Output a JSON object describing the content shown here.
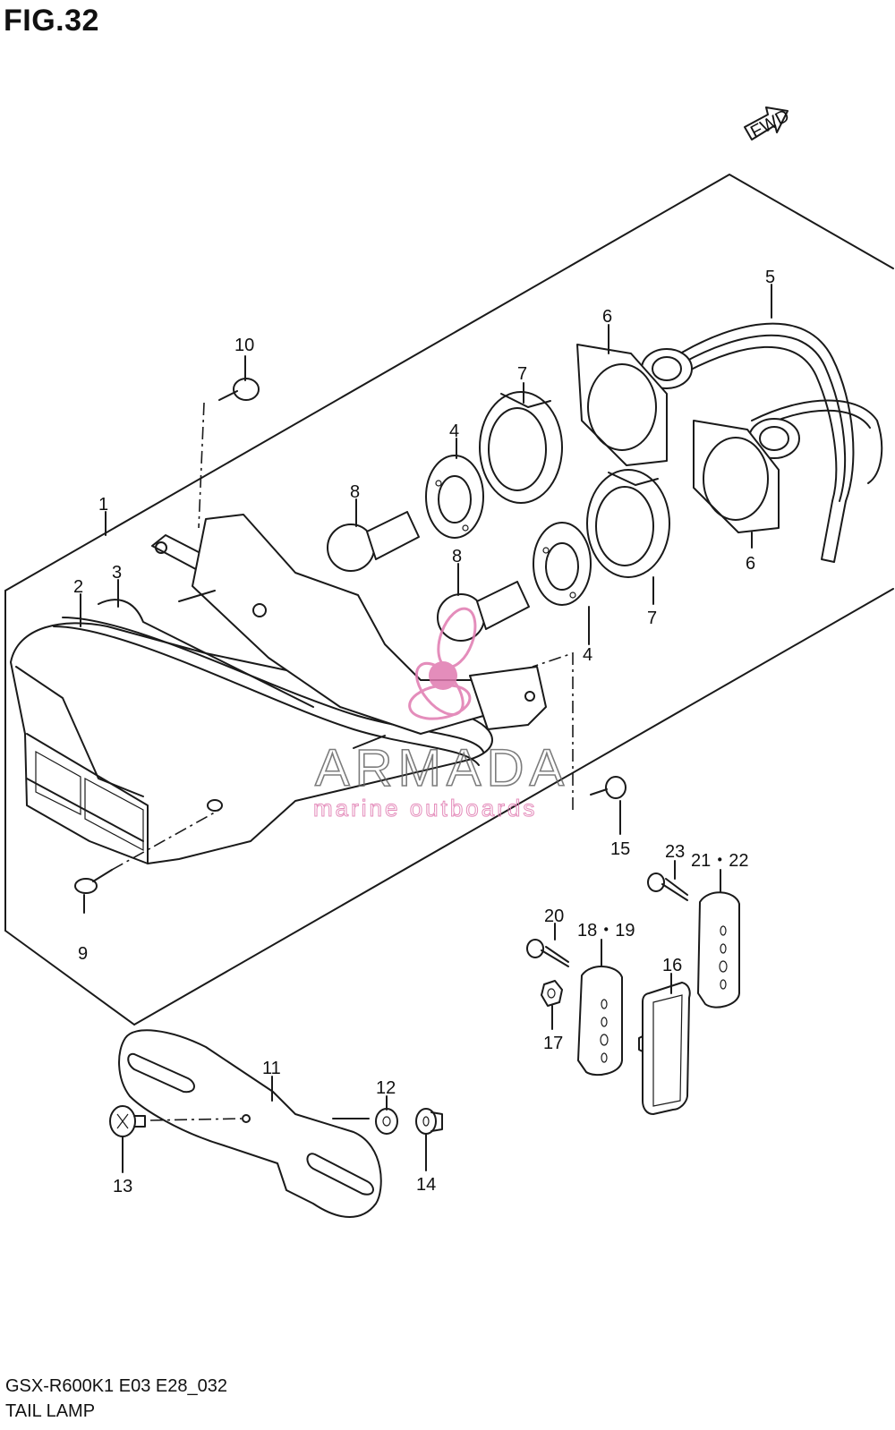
{
  "figure": {
    "title": "FIG.32",
    "fwd_label": "FWD"
  },
  "footer": {
    "code": "GSX-R600K1 E03 E28_032",
    "section": "TAIL LAMP"
  },
  "watermark": {
    "brand": "ARMADA",
    "tagline": "marine outboards",
    "color": "#e07ab0"
  },
  "callouts": [
    "1",
    "2",
    "3",
    "4",
    "4",
    "5",
    "6",
    "6",
    "7",
    "7",
    "8",
    "8",
    "9",
    "10",
    "11",
    "12",
    "13",
    "14",
    "15",
    "16",
    "17",
    "18・19",
    "20",
    "21・22",
    "23"
  ]
}
